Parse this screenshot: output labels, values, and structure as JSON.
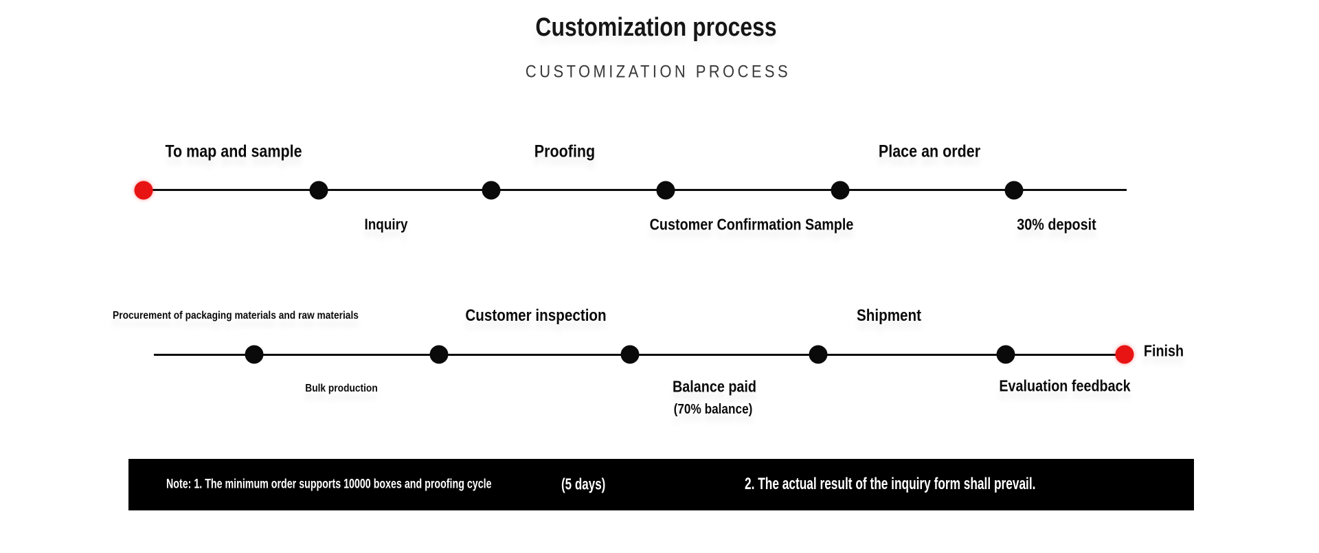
{
  "header": {
    "title": "Customization process",
    "subtitle": "CUSTOMIZATION PROCESS"
  },
  "colors": {
    "accent_red": "#e81414",
    "dot_black": "#0a0a0a",
    "line_black": "#0d0d0d",
    "bar_black": "#000000",
    "subtitle_gray": "#383838"
  },
  "timeline_rows": [
    {
      "above": [
        "To map and sample",
        "Proofing",
        "Place an order"
      ],
      "below": [
        "Inquiry",
        "Customer Confirmation Sample",
        "30% deposit"
      ]
    },
    {
      "above": [
        "Procurement of packaging materials and raw materials",
        "Customer inspection",
        "Shipment"
      ],
      "below": [
        "Bulk production",
        "Balance paid",
        "(70% balance)",
        "Evaluation feedback"
      ],
      "end_label": "Finish"
    }
  ],
  "footer": {
    "note_1": "Note: 1. The minimum order supports 10000 boxes and proofing cycle",
    "days": "(5 days)",
    "note_2": "2. The actual result of the inquiry form shall prevail."
  }
}
